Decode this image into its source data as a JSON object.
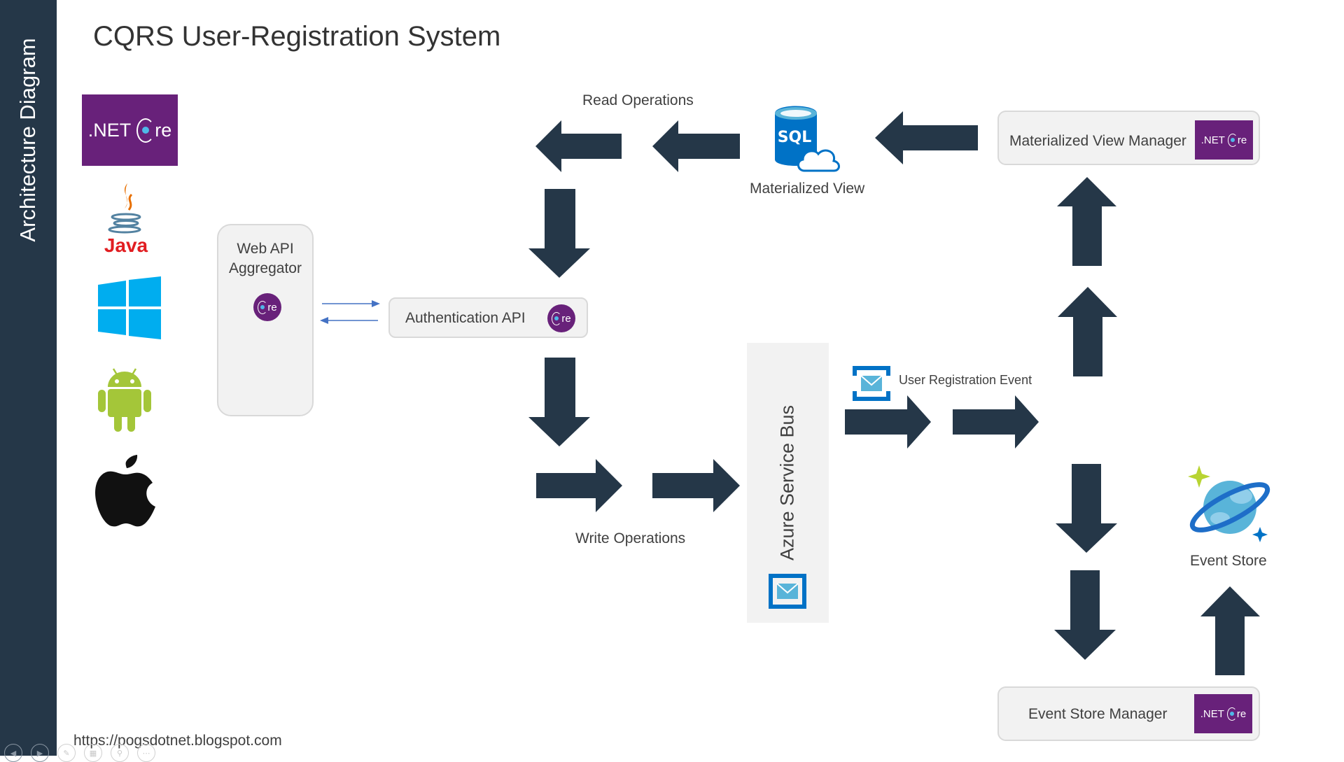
{
  "sidebar": {
    "title": "Architecture Diagram"
  },
  "header": {
    "title": "CQRS User-Registration System"
  },
  "clients": {
    "netcore_tile": {
      "prefix": ".NET",
      "suffix": "re"
    },
    "java_label": "Java",
    "icons": [
      "netcore-icon",
      "java-icon",
      "windows-icon",
      "android-icon",
      "apple-icon"
    ]
  },
  "web_api": {
    "line1": "Web API",
    "line2": "Aggregator",
    "badge_suffix": "re"
  },
  "auth_api": {
    "label": "Authentication API",
    "badge_suffix": "re"
  },
  "read_ops": {
    "label": "Read Operations"
  },
  "write_ops": {
    "label": "Write Operations"
  },
  "materialized_view": {
    "label": "Materialized View",
    "icon_text": "SQL"
  },
  "mv_manager": {
    "label": "Materialized View Manager",
    "badge_prefix": ".NET",
    "badge_suffix": "re"
  },
  "service_bus": {
    "label": "Azure Service Bus"
  },
  "event": {
    "label": "User Registration Event"
  },
  "event_store": {
    "label": "Event Store"
  },
  "es_manager": {
    "label": "Event Store Manager",
    "badge_prefix": ".NET",
    "badge_suffix": "re"
  },
  "footer": {
    "url": "https://pogsdotnet.blogspot.com"
  },
  "colors": {
    "sidebar": "#253748",
    "arrow": "#253748",
    "netcore_purple": "#68217a",
    "azure_blue": "#0072c6",
    "box_fill": "#f2f2f2"
  }
}
